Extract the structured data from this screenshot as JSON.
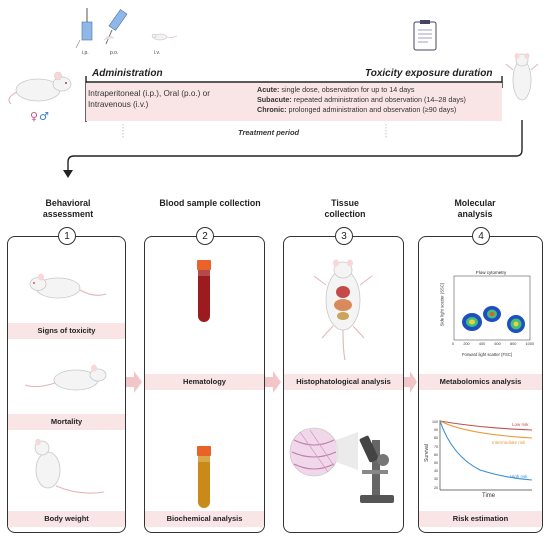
{
  "routes": [
    "i.p.",
    "p.o.",
    "i.v."
  ],
  "administration": {
    "title": "Administration",
    "text": "Intraperitoneal (i.p.), Oral (p.o.) or Intravenous (i.v.)"
  },
  "toxicity": {
    "title": "Toxicity exposure duration",
    "acute_label": "Acute:",
    "acute_text": " single dose, observation for up to 14 days",
    "subacute_label": "Subacute:",
    "subacute_text": " repeated administration and observation (14–28 days)",
    "chronic_label": "Chronic:",
    "chronic_text": " prolonged administration and observation (≥90 days)"
  },
  "treatment_period": "Treatment period",
  "steps": [
    {
      "title_line1": "Behavioral",
      "title_line2": "assessment",
      "number": "1",
      "labels": [
        "Signs of toxicity",
        "Mortality",
        "Body weight"
      ]
    },
    {
      "title_line1": "Blood sample collection",
      "title_line2": "",
      "number": "2",
      "labels": [
        "Hematology",
        "Biochemical analysis"
      ]
    },
    {
      "title_line1": "Tissue",
      "title_line2": "collection",
      "number": "3",
      "labels": [
        "Histophatological analysis"
      ]
    },
    {
      "title_line1": "Molecular",
      "title_line2": "analysis",
      "number": "4",
      "labels": [
        "Metabolomics analysis",
        "Risk estimation"
      ]
    }
  ],
  "flow_cytometry": {
    "title": "Flow cytometry",
    "xlabel": "Forward light scatter (FSC)",
    "ylabel": "Side light scatter (SSC)",
    "ticks": [
      "0",
      "200",
      "400",
      "600",
      "800",
      "1000"
    ]
  },
  "survival": {
    "ylabel": "Survival",
    "xlabel": "Time",
    "yticks": [
      "100",
      "90",
      "80",
      "70",
      "60",
      "50",
      "40",
      "30",
      "20"
    ],
    "series": [
      "Low risk",
      "Intermediate risk",
      "High risk"
    ]
  },
  "colors": {
    "band": "#f9e5e6",
    "arrow": "#f2c6c8",
    "low_risk": "#c0504d",
    "intermediate_risk": "#e69b3a",
    "high_risk": "#3a8fd6",
    "blood": "#9b1b1e",
    "serum": "#c98a1a",
    "cap": "#e8622a"
  },
  "icons": [
    "syringe-icon",
    "mouse-icon",
    "clipboard-icon",
    "microscope-icon",
    "tube-icon",
    "rat-icon",
    "sex-symbols-icon"
  ]
}
